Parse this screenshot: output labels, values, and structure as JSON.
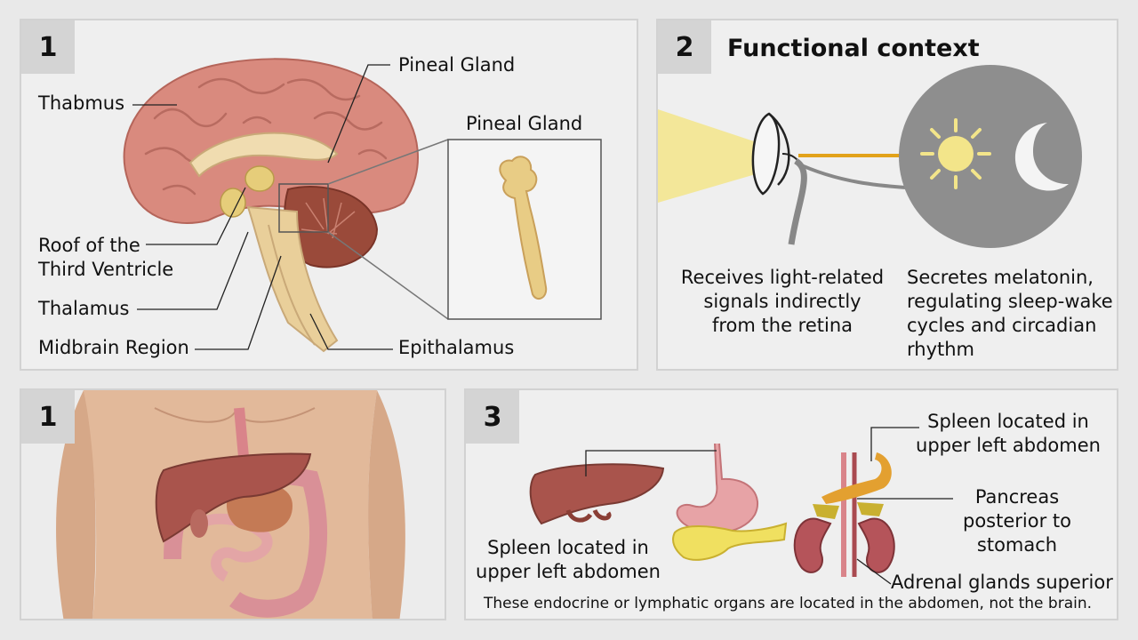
{
  "panel1": {
    "number": "1",
    "labels": {
      "thabmus": "Thabmus",
      "pineal_top": "Pineal Gland",
      "pineal_inset": "Pineal Gland",
      "roof_line1": "Roof of the",
      "roof_line2": "Third Ventricle",
      "thalamus": "Thalamus",
      "midbrain": "Midbrain Region",
      "epithalamus": "Epithalamus"
    }
  },
  "panel2": {
    "number": "2",
    "title": "Functional context",
    "left_text": [
      "Receives light-related",
      "signals indirectly",
      "from the retina"
    ],
    "right_text": [
      "Secretes melatonin,",
      "regulating sleep-wake",
      "cycles and circadian",
      "rhythm"
    ]
  },
  "panel3": {
    "number": "1"
  },
  "panel4": {
    "number": "3",
    "spleen_left": [
      "Spleen located in",
      "upper left abdomen"
    ],
    "spleen_right": [
      "Spleen located in",
      "upper left abdomen"
    ],
    "pancreas": [
      "Pancreas",
      "posterior to",
      "stomach"
    ],
    "adrenal": "Adrenal glands superior",
    "footer": "These endocrine or lymphatic organs are located in the abdomen, not the brain."
  },
  "colors": {
    "brain": "#d98a7e",
    "arrow": "#e2a21a",
    "sun": "#f3e58a",
    "gland": "#e8cc85",
    "skin": "#e2b99a",
    "liver": "#a9544c",
    "kidney": "#b5545a",
    "pancreas": "#f0e060"
  }
}
